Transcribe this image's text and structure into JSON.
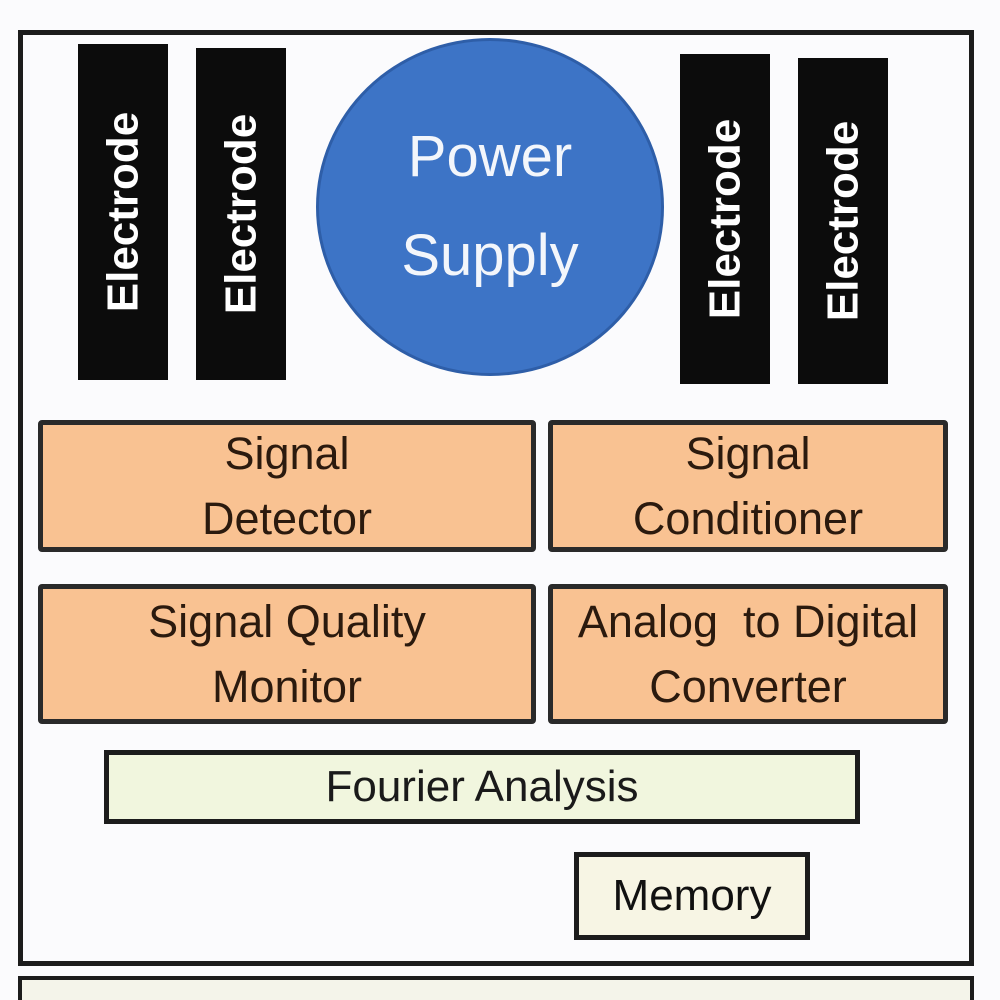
{
  "diagram": {
    "electrodes": [
      {
        "label": "Electrode"
      },
      {
        "label": "Electrode"
      },
      {
        "label": "Electrode"
      },
      {
        "label": "Electrode"
      }
    ],
    "power_supply": {
      "line1": "Power",
      "line2": "Supply"
    },
    "signal_detector": {
      "line1": "Signal",
      "line2": "Detector"
    },
    "signal_conditioner": {
      "line1": "Signal",
      "line2": "Conditioner"
    },
    "signal_quality_monitor": {
      "line1": "Signal Quality",
      "line2": "Monitor"
    },
    "adc": {
      "line1": "Analog  to Digital",
      "line2": "Converter"
    },
    "fourier": {
      "label": "Fourier Analysis"
    },
    "memory": {
      "label": "Memory"
    }
  },
  "colors": {
    "electrode": "#0c0c0c",
    "power_supply": "#3d74c6",
    "signal_blocks": "#f9c292",
    "fourier": "#f1f6de",
    "memory": "#f7f5e4",
    "border": "#1c1c1c"
  }
}
